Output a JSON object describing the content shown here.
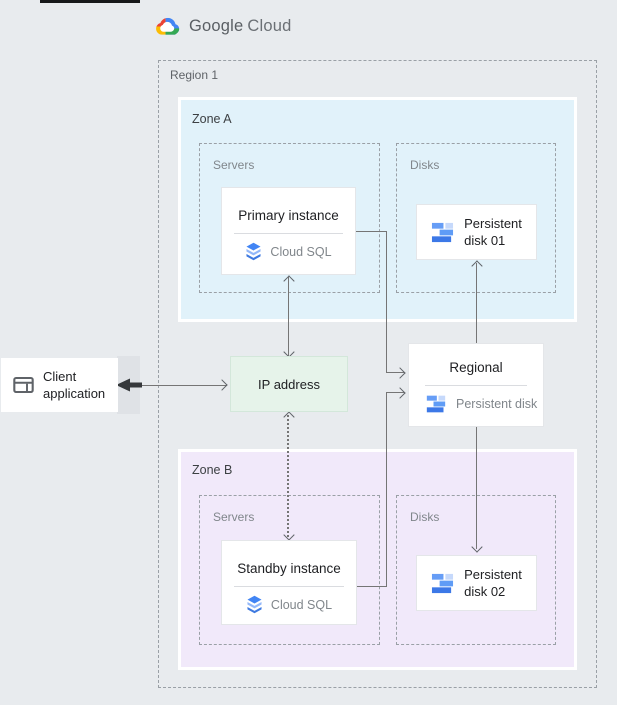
{
  "header": {
    "brand_primary": "Google",
    "brand_secondary": "Cloud"
  },
  "region": {
    "label": "Region 1"
  },
  "zone_a": {
    "label": "Zone A",
    "servers_label": "Servers",
    "disks_label": "Disks",
    "primary_instance": {
      "title": "Primary instance",
      "product": "Cloud SQL"
    },
    "disk_01": {
      "line1": "Persistent",
      "line2": "disk 01"
    }
  },
  "zone_b": {
    "label": "Zone B",
    "servers_label": "Servers",
    "disks_label": "Disks",
    "standby_instance": {
      "title": "Standby instance",
      "product": "Cloud SQL"
    },
    "disk_02": {
      "line1": "Persistent",
      "line2": "disk 02"
    }
  },
  "ip_address": {
    "label": "IP address"
  },
  "regional_disk": {
    "title": "Regional",
    "subtitle": "Persistent disk"
  },
  "client": {
    "line1": "Client",
    "line2": "application"
  },
  "icons": {
    "google_cloud_logo": "google-cloud-logo-icon",
    "cloud_sql": "cloud-sql-icon",
    "persistent_disk": "persistent-disk-icon",
    "client_application": "client-application-window-icon"
  },
  "colors": {
    "page_bg": "#e8ebee",
    "zone_a_bg": "#e1f2fa",
    "zone_b_bg": "#f1e9fa",
    "ip_box_bg": "#e6f3ea",
    "card_bg": "#ffffff",
    "arrow": "#757575",
    "text_dark": "#202124",
    "text_gray": "#80868b",
    "google_blue": "#4285f4",
    "google_red": "#ea4335",
    "google_yellow": "#fbbc04",
    "google_green": "#34a853"
  }
}
